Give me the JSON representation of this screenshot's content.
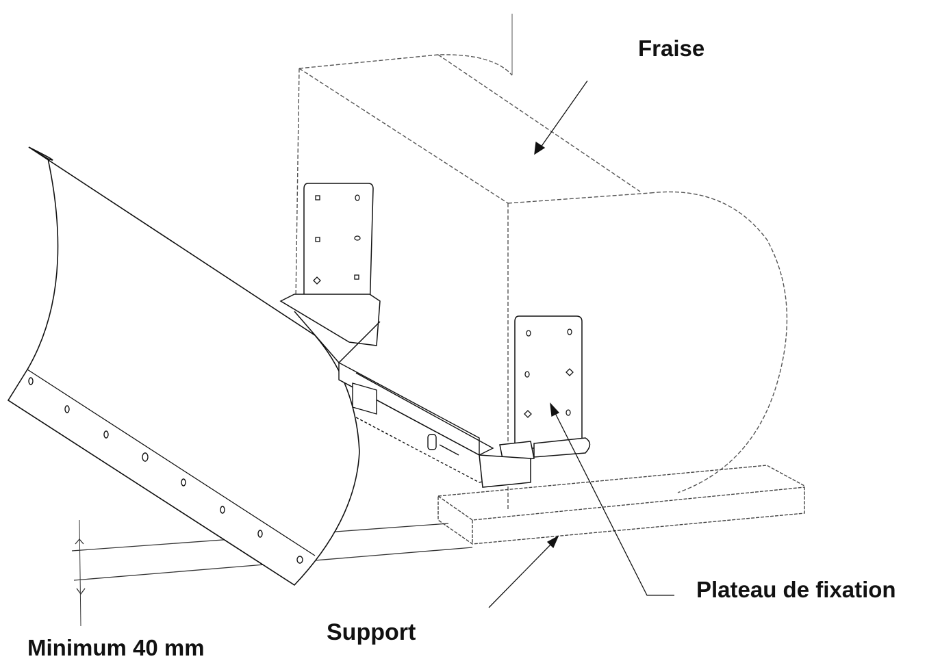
{
  "labels": {
    "fraise": "Fraise",
    "plateau": "Plateau de fixation",
    "support": "Support",
    "minimum": "Minimum 40 mm"
  },
  "colors": {
    "ink": "#111111",
    "dashed": "#555555",
    "background": "#ffffff"
  }
}
